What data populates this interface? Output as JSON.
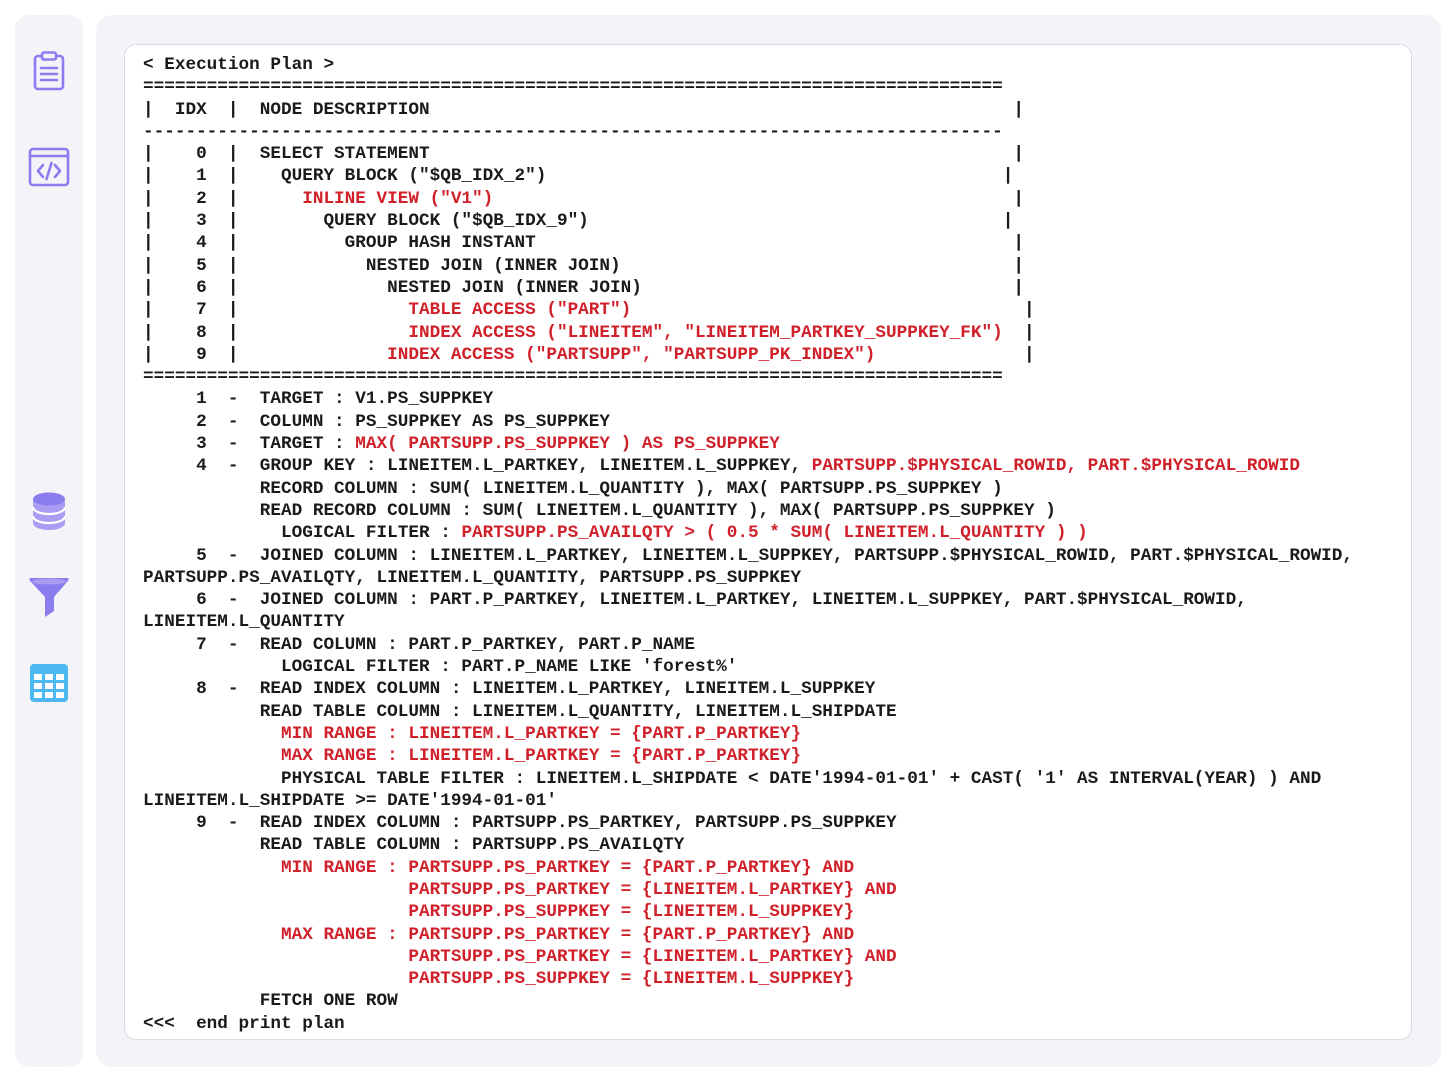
{
  "sidebar": {
    "icons": [
      {
        "name": "clipboard-icon",
        "color": "#8b7cf0"
      },
      {
        "name": "code-window-icon",
        "color": "#8b7cf0"
      },
      {
        "name": "database-icon",
        "color": "#8b7cf0"
      },
      {
        "name": "filter-icon",
        "color": "#8b7cf0"
      },
      {
        "name": "table-grid-icon",
        "color": "#4db8f2"
      }
    ]
  },
  "colors": {
    "highlight": "#d0202a",
    "text": "#1a1a1a"
  },
  "plan": {
    "lines": [
      [
        {
          "t": "< Execution Plan >",
          "c": "k"
        }
      ],
      [
        {
          "t": "=================================================================================",
          "c": "k"
        }
      ],
      [
        {
          "t": "|  IDX  |  NODE DESCRIPTION                                                       |",
          "c": "k"
        }
      ],
      [
        {
          "t": "---------------------------------------------------------------------------------",
          "c": "k"
        }
      ],
      [
        {
          "t": "|    0  |  SELECT STATEMENT                                                       |",
          "c": "k"
        }
      ],
      [
        {
          "t": "|    1  |    QUERY BLOCK (\"$QB_IDX_2\")                                           |",
          "c": "k"
        }
      ],
      [
        {
          "t": "|    2  |      ",
          "c": "k"
        },
        {
          "t": "INLINE VIEW (\"V1\")",
          "c": "r"
        },
        {
          "t": "                                                 |",
          "c": "k"
        }
      ],
      [
        {
          "t": "|    3  |        QUERY BLOCK (\"$QB_IDX_9\")                                       |",
          "c": "k"
        }
      ],
      [
        {
          "t": "|    4  |          GROUP HASH INSTANT                                             |",
          "c": "k"
        }
      ],
      [
        {
          "t": "|    5  |            NESTED JOIN (INNER JOIN)                                     |",
          "c": "k"
        }
      ],
      [
        {
          "t": "|    6  |              NESTED JOIN (INNER JOIN)                                   |",
          "c": "k"
        }
      ],
      [
        {
          "t": "|    7  |                ",
          "c": "k"
        },
        {
          "t": "TABLE ACCESS (\"PART\")",
          "c": "r"
        },
        {
          "t": "                                     |",
          "c": "k"
        }
      ],
      [
        {
          "t": "|    8  |                ",
          "c": "k"
        },
        {
          "t": "INDEX ACCESS (\"LINEITEM\", \"LINEITEM_PARTKEY_SUPPKEY_FK\")",
          "c": "r"
        },
        {
          "t": "  |",
          "c": "k"
        }
      ],
      [
        {
          "t": "|    9  |              ",
          "c": "k"
        },
        {
          "t": "INDEX ACCESS (\"PARTSUPP\", \"PARTSUPP_PK_INDEX\")",
          "c": "r"
        },
        {
          "t": "              |",
          "c": "k"
        }
      ],
      [
        {
          "t": "=================================================================================",
          "c": "k"
        }
      ],
      [
        {
          "t": "     1  -  TARGET : V1.PS_SUPPKEY",
          "c": "k"
        }
      ],
      [
        {
          "t": "     2  -  COLUMN : PS_SUPPKEY AS PS_SUPPKEY",
          "c": "k"
        }
      ],
      [
        {
          "t": "     3  -  TARGET : ",
          "c": "k"
        },
        {
          "t": "MAX( PARTSUPP.PS_SUPPKEY ) AS PS_SUPPKEY",
          "c": "r"
        }
      ],
      [
        {
          "t": "     4  -  GROUP KEY : LINEITEM.L_PARTKEY, LINEITEM.L_SUPPKEY, ",
          "c": "k"
        },
        {
          "t": "PARTSUPP.$PHYSICAL_ROWID, PART.$PHYSICAL_ROWID",
          "c": "r"
        }
      ],
      [
        {
          "t": "           RECORD COLUMN : SUM( LINEITEM.L_QUANTITY ), MAX( PARTSUPP.PS_SUPPKEY )",
          "c": "k"
        }
      ],
      [
        {
          "t": "           READ RECORD COLUMN : SUM( LINEITEM.L_QUANTITY ), MAX( PARTSUPP.PS_SUPPKEY )",
          "c": "k"
        }
      ],
      [
        {
          "t": "             LOGICAL FILTER : ",
          "c": "k"
        },
        {
          "t": "PARTSUPP.PS_AVAILQTY > ( 0.5 * SUM( LINEITEM.L_QUANTITY ) )",
          "c": "r"
        }
      ],
      [
        {
          "t": "     5  -  JOINED COLUMN : LINEITEM.L_PARTKEY, LINEITEM.L_SUPPKEY, PARTSUPP.$PHYSICAL_ROWID, PART.$PHYSICAL_ROWID,",
          "c": "k"
        }
      ],
      [
        {
          "t": "PARTSUPP.PS_AVAILQTY, LINEITEM.L_QUANTITY, PARTSUPP.PS_SUPPKEY",
          "c": "k"
        }
      ],
      [
        {
          "t": "     6  -  JOINED COLUMN : PART.P_PARTKEY, LINEITEM.L_PARTKEY, LINEITEM.L_SUPPKEY, PART.$PHYSICAL_ROWID,",
          "c": "k"
        }
      ],
      [
        {
          "t": "LINEITEM.L_QUANTITY",
          "c": "k"
        }
      ],
      [
        {
          "t": "     7  -  READ COLUMN : PART.P_PARTKEY, PART.P_NAME",
          "c": "k"
        }
      ],
      [
        {
          "t": "             LOGICAL FILTER : PART.P_NAME LIKE 'forest%'",
          "c": "k"
        }
      ],
      [
        {
          "t": "     8  -  READ INDEX COLUMN : LINEITEM.L_PARTKEY, LINEITEM.L_SUPPKEY",
          "c": "k"
        }
      ],
      [
        {
          "t": "           READ TABLE COLUMN : LINEITEM.L_QUANTITY, LINEITEM.L_SHIPDATE",
          "c": "k"
        }
      ],
      [
        {
          "t": "             ",
          "c": "k"
        },
        {
          "t": "MIN RANGE : LINEITEM.L_PARTKEY = {PART.P_PARTKEY}",
          "c": "r"
        }
      ],
      [
        {
          "t": "             ",
          "c": "k"
        },
        {
          "t": "MAX RANGE : LINEITEM.L_PARTKEY = {PART.P_PARTKEY}",
          "c": "r"
        }
      ],
      [
        {
          "t": "             PHYSICAL TABLE FILTER : LINEITEM.L_SHIPDATE < DATE'1994-01-01' + CAST( '1' AS INTERVAL(YEAR) ) AND",
          "c": "k"
        }
      ],
      [
        {
          "t": "LINEITEM.L_SHIPDATE >= DATE'1994-01-01'",
          "c": "k"
        }
      ],
      [
        {
          "t": "     9  -  READ INDEX COLUMN : PARTSUPP.PS_PARTKEY, PARTSUPP.PS_SUPPKEY",
          "c": "k"
        }
      ],
      [
        {
          "t": "           READ TABLE COLUMN : PARTSUPP.PS_AVAILQTY",
          "c": "k"
        }
      ],
      [
        {
          "t": "             ",
          "c": "k"
        },
        {
          "t": "MIN RANGE : PARTSUPP.PS_PARTKEY = {PART.P_PARTKEY} AND",
          "c": "r"
        }
      ],
      [
        {
          "t": "                         ",
          "c": "k"
        },
        {
          "t": "PARTSUPP.PS_PARTKEY = {LINEITEM.L_PARTKEY} AND",
          "c": "r"
        }
      ],
      [
        {
          "t": "                         ",
          "c": "k"
        },
        {
          "t": "PARTSUPP.PS_SUPPKEY = {LINEITEM.L_SUPPKEY}",
          "c": "r"
        }
      ],
      [
        {
          "t": "             ",
          "c": "k"
        },
        {
          "t": "MAX RANGE : PARTSUPP.PS_PARTKEY = {PART.P_PARTKEY} AND",
          "c": "r"
        }
      ],
      [
        {
          "t": "                         ",
          "c": "k"
        },
        {
          "t": "PARTSUPP.PS_PARTKEY = {LINEITEM.L_PARTKEY} AND",
          "c": "r"
        }
      ],
      [
        {
          "t": "                         ",
          "c": "k"
        },
        {
          "t": "PARTSUPP.PS_SUPPKEY = {LINEITEM.L_SUPPKEY}",
          "c": "r"
        }
      ],
      [
        {
          "t": "           FETCH ONE ROW",
          "c": "k"
        }
      ],
      [
        {
          "t": "<<<  end print plan",
          "c": "k"
        }
      ]
    ]
  }
}
